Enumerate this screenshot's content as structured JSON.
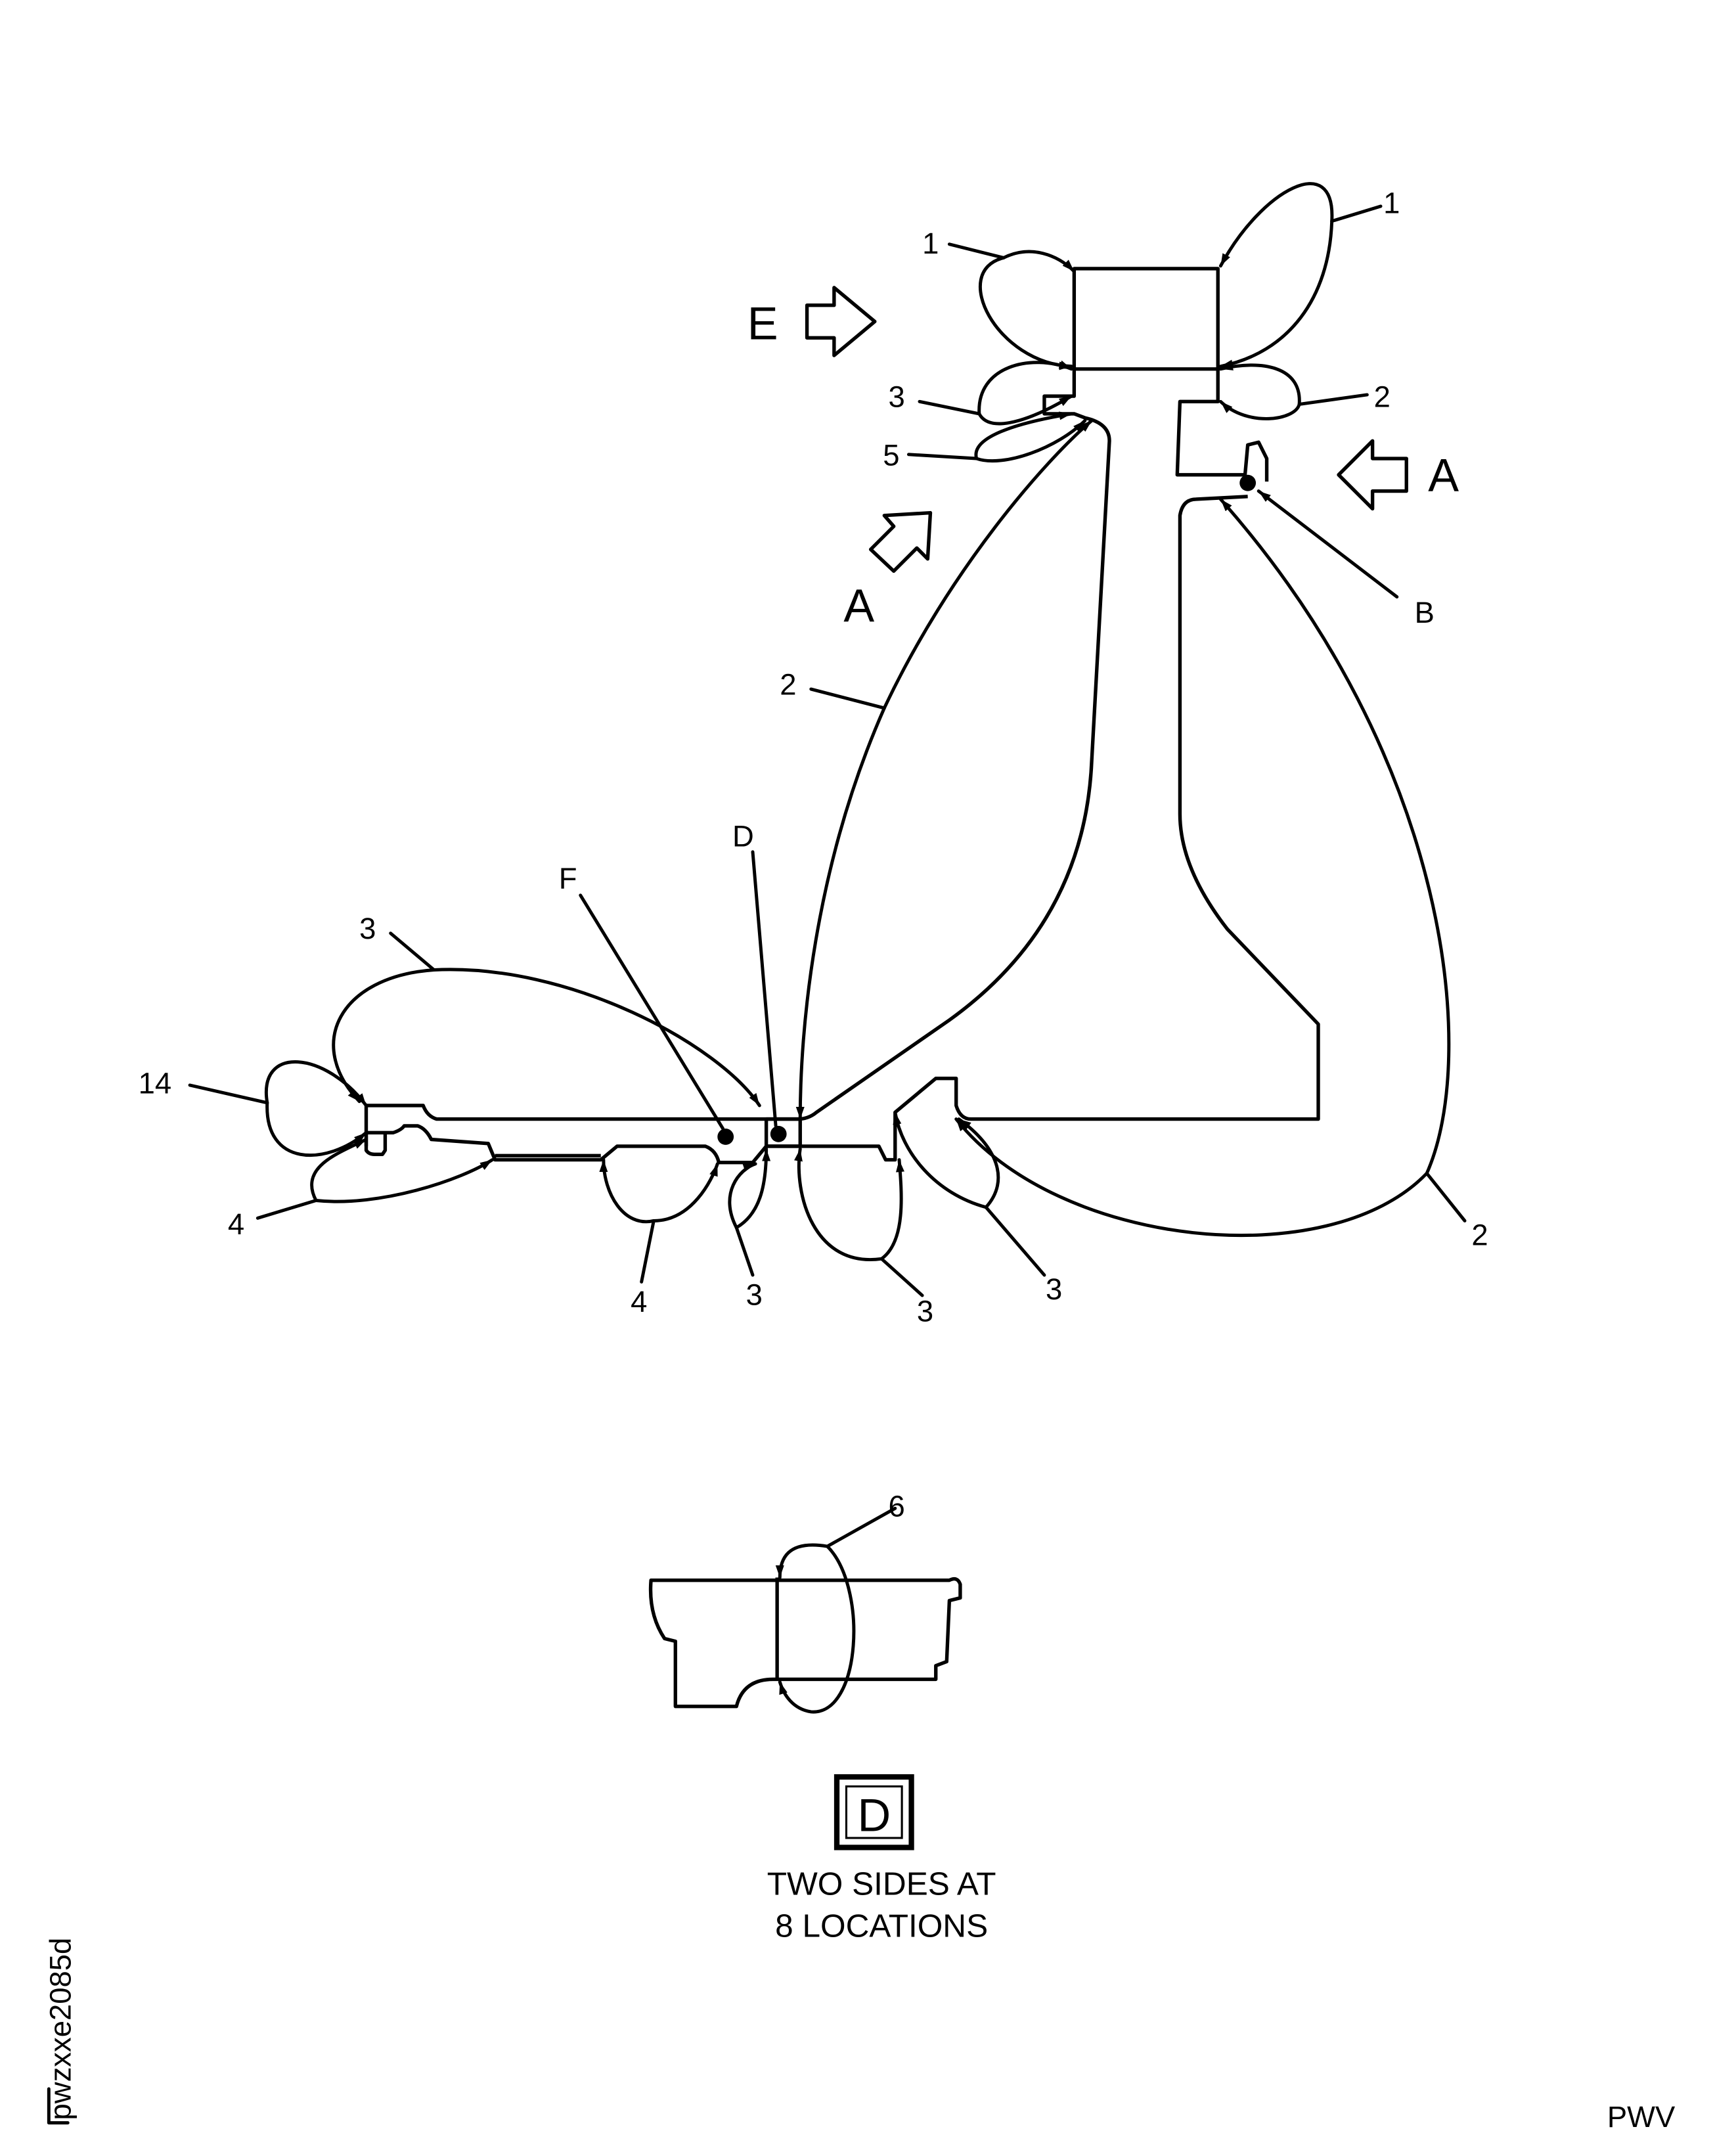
{
  "drawing": {
    "view_labels": {
      "e": "E",
      "a_right": "A",
      "a_diag": "A"
    },
    "reference_letters": {
      "b": "B",
      "d": "D",
      "f": "F"
    },
    "callouts": {
      "top_left_1": "1",
      "top_right_1": "1",
      "right_2": "2",
      "left_3": "3",
      "left_5": "5",
      "stem_2": "2",
      "outer_2": "2",
      "upper_3": "3",
      "left_14": "14",
      "left_4": "4",
      "bottom_4": "4",
      "bottom_3a": "3",
      "bottom_3b": "3",
      "bottom_3c": "3",
      "detail_6": "6"
    },
    "detail": {
      "box_letter": "D",
      "caption_line1": "TWO SIDES AT",
      "caption_line2": "8 LOCATIONS"
    },
    "figure_id": "pwzxxe2085d",
    "corner_code": "PWV"
  }
}
